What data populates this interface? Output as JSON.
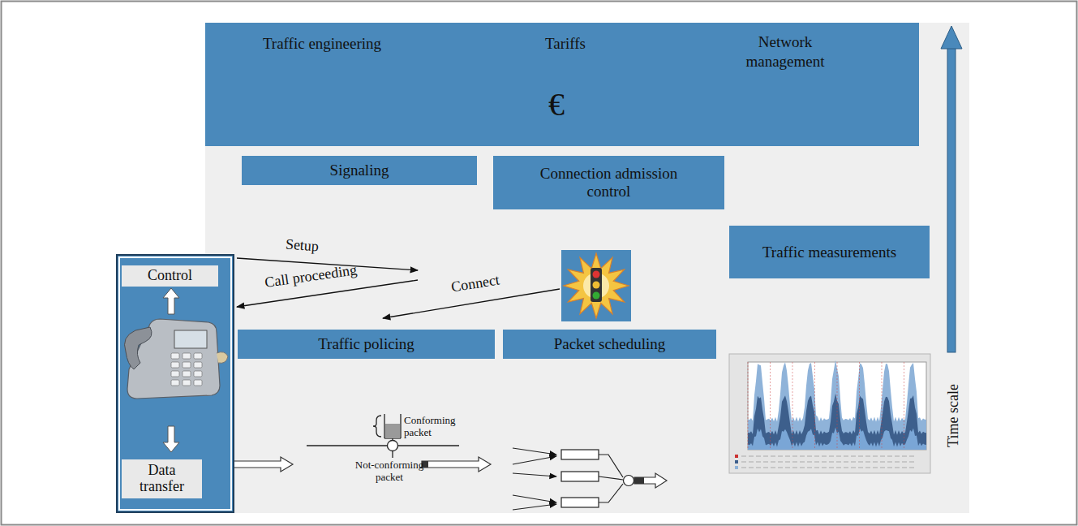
{
  "diagram": {
    "nodes": [
      {
        "text": [
          "Traffic engineering",
          "Tariffs",
          "Network management"
        ]
      },
      {
        "text": [
          "Signaling"
        ]
      },
      {
        "text": [
          "Connection admission control"
        ]
      },
      {
        "text": [
          "Traffic measurements"
        ]
      },
      {
        "text": []
      },
      {
        "text": [
          "Control"
        ],
        "in": 4
      },
      {
        "text": [
          "Data transfer"
        ],
        "in": 4
      },
      {
        "text": [
          "Traffic policing"
        ]
      },
      {
        "text": [
          "Packet scheduling"
        ]
      }
    ],
    "labels": [
      "€",
      "Setup",
      "Call proceeding",
      "Connect",
      "Conforming packet",
      "Not-conforming packet",
      "Time scale"
    ]
  }
}
